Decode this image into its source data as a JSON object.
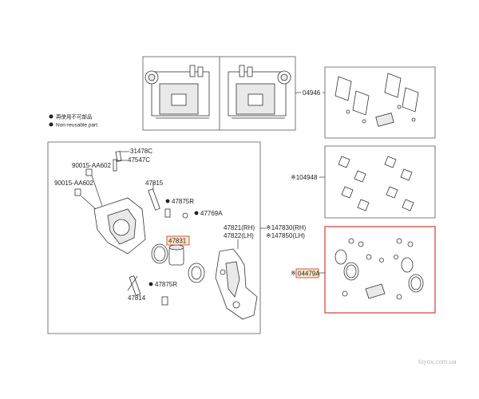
{
  "legend": {
    "reusable": "再使用不可部品",
    "nonreusable": "Non-reusable part"
  },
  "parts": {
    "p31478c": "31478C",
    "p47547c": "47547C",
    "p90015a": "90015-AA602",
    "p90015b": "90015-AA602",
    "p47815": "47815",
    "p47875r_top": "47875R",
    "p47769a": "47769A",
    "p47831": "47831",
    "p47821": "47821(RH)",
    "p47822": "47822(LH)",
    "p147830": "※147830(RH)",
    "p147850": "※147850(LH)",
    "p47875r_bot": "47875R",
    "p47814": "47814",
    "p04946": "04946",
    "p104948": "※104948",
    "p04479a_mark": "※",
    "p04479a": "04479A"
  },
  "watermark": "toyox.com.ua",
  "colors": {
    "highlight_border": "#c0392b",
    "highlight_fill": "#fce6c9",
    "line": "#333333"
  }
}
